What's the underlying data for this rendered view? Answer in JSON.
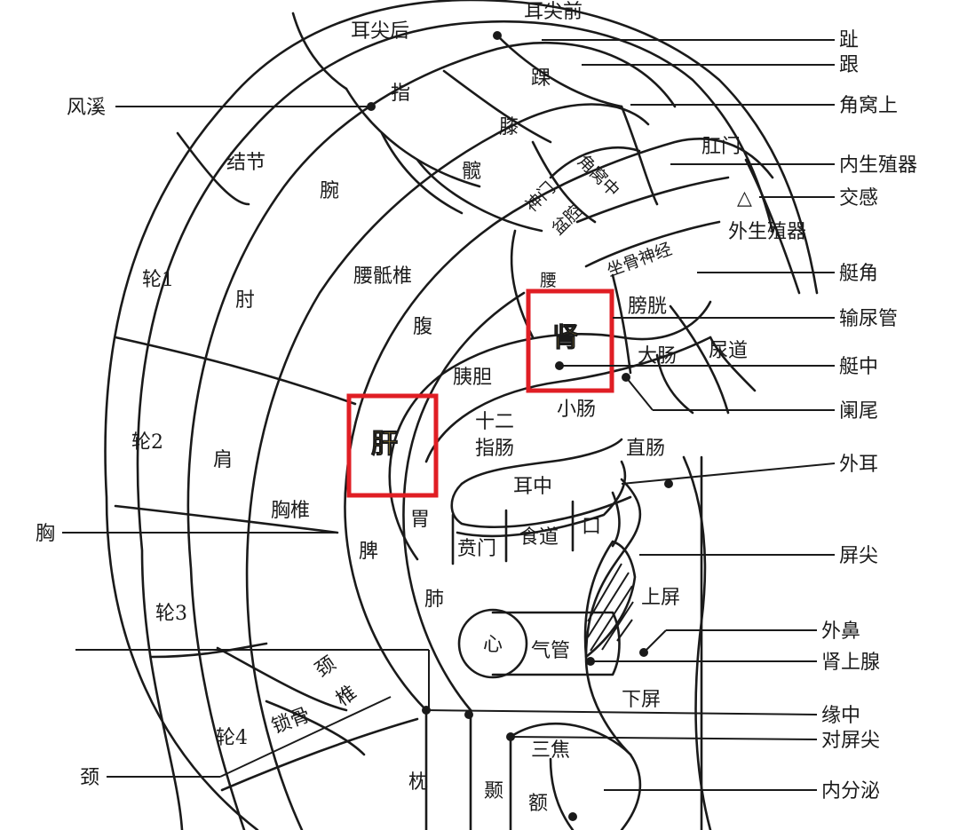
{
  "highlight_color": "#e01e24",
  "highlight_text_color": "#ffd23f",
  "highlights": {
    "kidney": "肾",
    "liver": "肝"
  },
  "regions": {
    "ear_tip_back": "耳尖后",
    "ear_tip_front": "耳尖前",
    "finger": "指",
    "ankle": "踝",
    "knee": "膝",
    "knot": "结节",
    "wrist": "腕",
    "hip": "髋",
    "triangular_fossa_mid": "角窝中",
    "shenmen": "神门",
    "pelvis": "盆腔",
    "anus": "肛门",
    "sciatic_nerve": "坐骨神经",
    "external_genitals": "外生殖器",
    "helix1": "轮1",
    "elbow": "肘",
    "lumbosacral": "腰骶椎",
    "abdomen": "腹",
    "bladder": "膀胱",
    "urethra": "尿道",
    "large_intestine": "大肠",
    "helix2": "轮2",
    "shoulder": "肩",
    "pancreas_gallbladder": "胰胆",
    "duodenum1": "十二",
    "duodenum2": "指肠",
    "small_intestine": "小肠",
    "rectum": "直肠",
    "ear_center": "耳中",
    "thoracic": "胸椎",
    "stomach": "胃",
    "spleen": "脾",
    "cardia": "贲门",
    "esophagus": "食道",
    "mouth": "口",
    "upper_tragus": "上屏",
    "helix3": "轮3",
    "lung": "肺",
    "heart": "心",
    "trachea": "气管",
    "cervical1": "颈",
    "cervical2": "椎",
    "clavicle": "锁骨",
    "lower_tragus": "下屏",
    "helix4": "轮4",
    "sanjiao": "三焦",
    "occiput": "枕",
    "temple": "颞",
    "forehead": "额",
    "ureter_top": "腰"
  },
  "callouts": {
    "toe": "趾",
    "heel": "跟",
    "upper_fossa": "角窝上",
    "internal_genitals": "内生殖器",
    "sympathetic": "交感",
    "cymba_angle": "艇角",
    "ureter": "输尿管",
    "cymba_center": "艇中",
    "appendix": "阑尾",
    "external_ear": "外耳",
    "tragus_apex": "屏尖",
    "external_nose": "外鼻",
    "adrenal": "肾上腺",
    "edge_center": "缘中",
    "antitragus_apex": "对屏尖",
    "endocrine": "内分泌",
    "wind_stream": "风溪",
    "chest": "胸",
    "neck": "颈"
  },
  "triangle_symbol": "△"
}
